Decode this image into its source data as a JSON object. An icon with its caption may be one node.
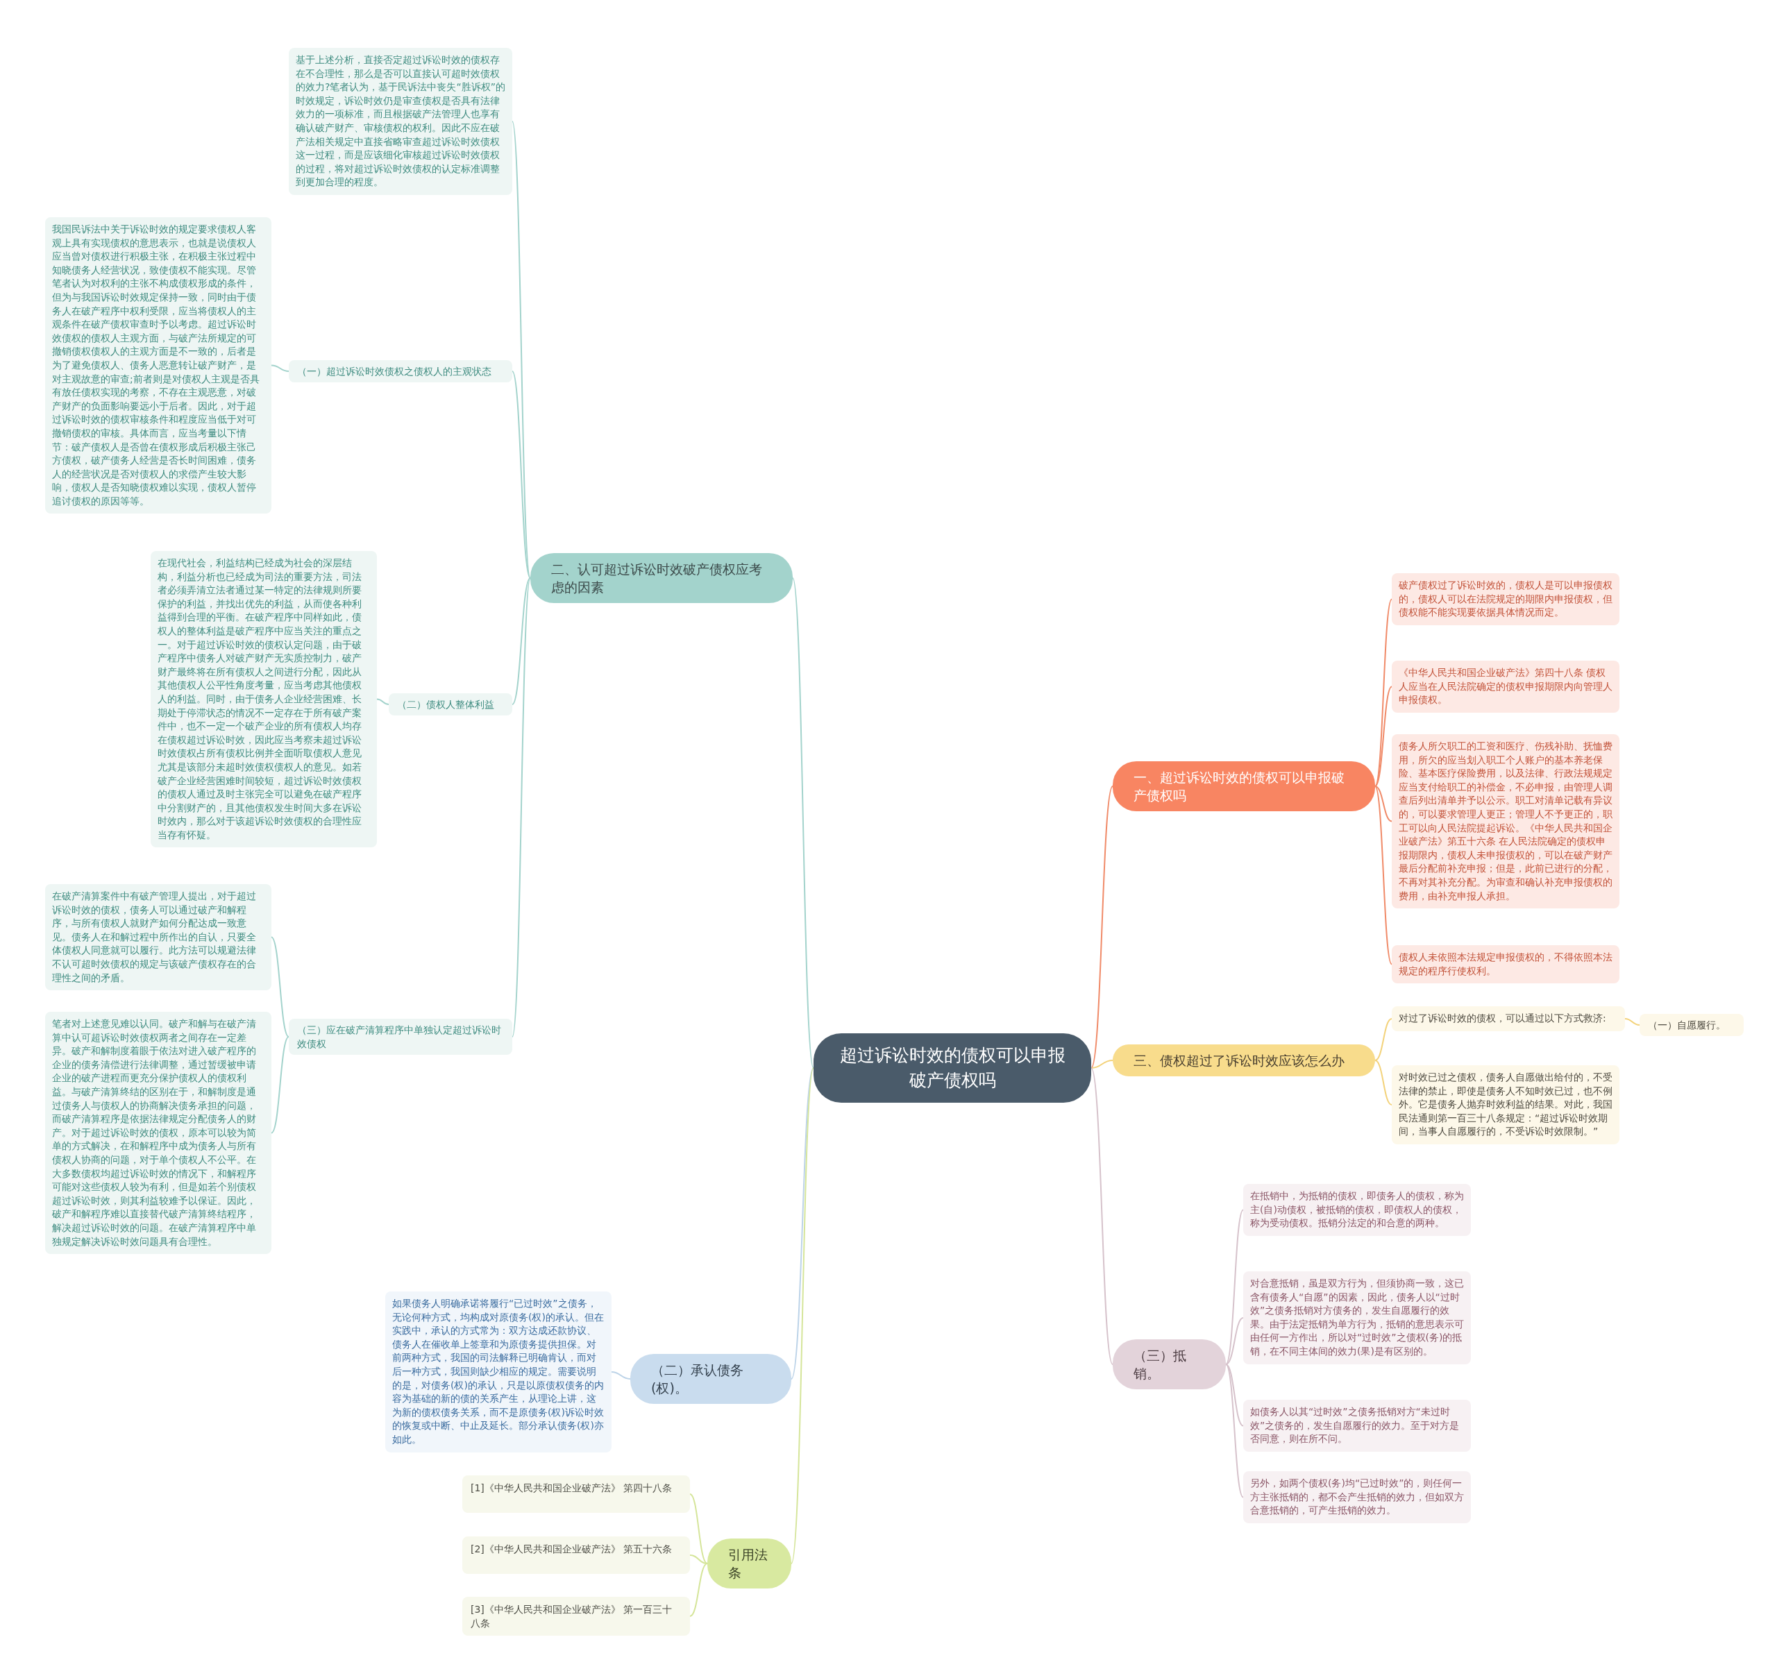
{
  "diagram": {
    "nodes": [
      {
        "text": [
          "超过诉讼时效的债权可以申报破产债权吗"
        ]
      },
      {
        "text": [
          "二、认可超过诉讼时效破产债权应考虑的因素"
        ]
      },
      {
        "text": [
          "基于上述分析，直接否定超过诉讼时效的债权存在不合理性，那么是否可以直接认可超时效债权的效力?笔者认为，基于民诉法中丧失“胜诉权”的时效规定，诉讼时效仍是审查债权是否具有法律效力的一项标准，而且根据破产法管理人也享有确认破产财产、审核债权的权利。因此不应在破产法相关规定中直接省略审查超过诉讼时效债权这一过程，而是应该细化审核超过诉讼时效债权的过程，将对超过诉讼时效债权的认定标准调整到更加合理的程度。"
        ]
      },
      {
        "text": [
          "（一）超过诉讼时效债权之债权人的主观状态"
        ]
      },
      {
        "text": [
          "我国民诉法中关于诉讼时效的规定要求债权人客观上具有实现债权的意思表示，也就是说债权人应当曾对债权进行积极主张，在积极主张过程中知晓债务人经营状况，致使债权不能实现。尽管笔者认为对权利的主张不构成债权形成的条件，但为与我国诉讼时效规定保持一致，同时由于债务人在破产程序中权利受限，应当将债权人的主观条件在破产债权审查时予以考虑。超过诉讼时效债权的债权人主观方面，与破产法所规定的可撤销债权债权人的主观方面是不一致的，后者是为了避免债权人、债务人恶意转让破产财产，是对主观故意的审查;前者则是对债权人主观是否具有放任债权实现的考察，不存在主观恶意，对破产财产的负面影响要远小于后者。因此，对于超过诉讼时效的债权审核条件和程度应当低于对可撤销债权的审核。具体而言，应当考量以下情节：破产债权人是否曾在债权形成后积极主张己方债权，破产债务人经营是否长时间困难，债务人的经营状况是否对债权人的求偿产生较大影响，债权人是否知晓债权难以实现，债权人暂停追讨债权的原因等等。"
        ]
      },
      {
        "text": [
          "（二）债权人整体利益"
        ]
      },
      {
        "text": [
          "在现代社会，利益结构已经成为社会的深层结构，利益分析也已经成为司法的重要方法，司法者必须弄清立法者通过某一特定的法律规则所要保护的利益，并找出优先的利益，从而使各种利益得到合理的平衡。在破产程序中同样如此，债权人的整体利益是破产程序中应当关注的重点之一。对于超过诉讼时效的债权认定问题，由于破产程序中债务人对破产财产无实质控制力，破产财产最终将在所有债权人之间进行分配，因此从其他债权人公平性角度考量，应当考虑其他债权人的利益。同时，由于债务人企业经营困难、长期处于停滞状态的情况不一定存在于所有破产案件中，也不一定一个破产企业的所有债权人均存在债权超过诉讼时效，因此应当考察未超过诉讼时效债权占所有债权比例并全面听取债权人意见尤其是该部分未超时效债权债权人的意见。如若破产企业经营困难时间较短，超过诉讼时效债权的债权人通过及时主张完全可以避免在破产程序中分割财产的，且其他债权发生时间大多在诉讼时效内，那么对于该超诉讼时效债权的合理性应当存有怀疑。"
        ]
      },
      {
        "text": [
          "（三）应在破产清算程序中单独认定超过诉讼时效债权"
        ]
      },
      {
        "text": [
          "在破产清算案件中有破产管理人提出，对于超过诉讼时效的债权，债务人可以通过破产和解程序，与所有债权人就财产如何分配达成一致意见。债务人在和解过程中所作出的自认，只要全体债权人同意就可以履行。此方法可以规避法律不认可超时效债权的规定与该破产债权存在的合理性之间的矛盾。"
        ]
      },
      {
        "text": [
          "笔者对上述意见难以认同。破产和解与在破产清算中认可超诉讼时效债权两者之间存在一定差异。破产和解制度着眼于依法对进入破产程序的企业的债务清偿进行法律调整，通过暂缓被申请企业的破产进程而更充分保护债权人的债权利益。与破产清算终结的区别在于，和解制度是通过债务人与债权人的协商解决债务承担的问题，而破产清算程序是依据法律规定分配债务人的财产。对于超过诉讼时效的债权，原本可以较为简单的方式解决，在和解程序中成为债务人与所有债权人协商的问题，对于单个债权人不公平。在大多数债权均超过诉讼时效的情况下，和解程序可能对这些债权人较为有利，但是如若个别债权超过诉讼时效，则其利益较难予以保证。因此，破产和解程序难以直接替代破产清算终结程序，解决超过诉讼时效的问题。在破产清算程序中单独规定解决诉讼时效问题具有合理性。"
        ]
      },
      {
        "text": [
          "一、超过诉讼时效的债权可以申报破产债权吗"
        ]
      },
      {
        "text": [
          "破产债权过了诉讼时效的，债权人是可以申报债权的，债权人可以在法院规定的期限内申报债权，但债权能不能实现要依据具体情况而定。"
        ]
      },
      {
        "text": [
          "《中华人民共和国企业破产法》第四十八条 债权人应当在人民法院确定的债权申报期限内向管理人申报债权。"
        ]
      },
      {
        "text": [
          "债务人所欠职工的工资和医疗、伤残补助、抚恤费用，所欠的应当划入职工个人账户的基本养老保险、基本医疗保险费用，以及法律、行政法规规定应当支付给职工的补偿金，不必申报，由管理人调查后列出清单并予以公示。职工对清单记载有异议的，可以要求管理人更正；管理人不予更正的，职工可以向人民法院提起诉讼。《中华人民共和国企业破产法》第五十六条 在人民法院确定的债权申报期限内，债权人未申报债权的，可以在破产财产最后分配前补充申报；但是，此前已进行的分配，不再对其补充分配。为审查和确认补充申报债权的费用，由补充申报人承担。"
        ]
      },
      {
        "text": [
          "债权人未依照本法规定申报债权的，不得依照本法规定的程序行使权利。"
        ]
      },
      {
        "text": [
          "三、债权超过了诉讼时效应该怎么办"
        ]
      },
      {
        "text": [
          "对过了诉讼时效的债权，可以通过以下方式救济:"
        ]
      },
      {
        "text": [
          "（一）自愿履行。"
        ]
      },
      {
        "text": [
          "对时效已过之债权，债务人自愿做出给付的，不受法律的禁止，即使是债务人不知时效已过，也不例外。它是债务人抛弃时效利益的结果。对此，我国民法通则第一百三十八条规定：“超过诉讼时效期间，当事人自愿履行的，不受诉讼时效限制。”"
        ]
      },
      {
        "text": [
          "（三）抵销。"
        ]
      },
      {
        "text": [
          "在抵销中，为抵销的债权，即债务人的债权，称为主(自)动债权，被抵销的债权，即债权人的债权，称为受动债权。抵销分法定的和合意的两种。"
        ]
      },
      {
        "text": [
          "对合意抵销，虽是双方行为，但须协商一致，这已含有债务人“自愿”的因素，因此，债务人以“过时效”之债务抵销对方债务的，发生自愿履行的效果。由于法定抵销为单方行为，抵销的意思表示可由任何一方作出，所以对“过时效”之债权(务)的抵销，在不同主体间的效力(果)是有区别的。"
        ]
      },
      {
        "text": [
          "如债务人以其“过时效”之债务抵销对方“未过时效”之债务的，发生自愿履行的效力。至于对方是否同意，则在所不问。"
        ]
      },
      {
        "text": [
          "另外，如两个债权(务)均“已过时效”的，则任何一方主张抵销的，都不会产生抵销的效力，但如双方合意抵销的，可产生抵销的效力。"
        ]
      },
      {
        "text": [
          "（二）承认债务(权)。"
        ]
      },
      {
        "text": [
          "如果债务人明确承诺将履行“已过时效”之债务，无论何种方式，均构成对原债务(权)的承认。但在实践中，承认的方式常为：双方达成还款协议、债务人在催收单上签章和为原债务提供担保。对前两种方式，我国的司法解释已明确肯认，而对后一种方式，我国则缺少相应的规定。需要说明的是，对债务(权)的承认，只是以原债权债务的内容为基础的新的债的关系产生，从理论上讲，这为新的债权债务关系，而不是原债务(权)诉讼时效的恢复或中断、中止及延长。部分承认债务(权)亦如此。"
        ]
      },
      {
        "text": [
          "引用法条"
        ]
      },
      {
        "text": [
          "[1]《中华人民共和国企业破产法》 第四十八条"
        ]
      },
      {
        "text": [
          "[2]《中华人民共和国企业破产法》 第五十六条"
        ]
      },
      {
        "text": [
          "[3]《中华人民共和国企业破产法》 第一百三十八条"
        ]
      }
    ],
    "edges": [
      {
        "from": 0,
        "to": 1,
        "arrow": "none",
        "color": "#a3d3cc"
      },
      {
        "from": 0,
        "to": 10,
        "arrow": "none",
        "color": "#f08a68"
      },
      {
        "from": 0,
        "to": 15,
        "arrow": "none",
        "color": "#f3d27a"
      },
      {
        "from": 0,
        "to": 19,
        "arrow": "none",
        "color": "#d6c2cb"
      },
      {
        "from": 0,
        "to": 24,
        "arrow": "none",
        "color": "#bcd3e8"
      },
      {
        "from": 0,
        "to": 26,
        "arrow": "none",
        "color": "#d5e59a"
      },
      {
        "from": 1,
        "to": 2,
        "arrow": "none",
        "color": "#a3d3cc"
      },
      {
        "from": 1,
        "to": 3,
        "arrow": "none",
        "color": "#a3d3cc"
      },
      {
        "from": 1,
        "to": 5,
        "arrow": "none",
        "color": "#a3d3cc"
      },
      {
        "from": 1,
        "to": 7,
        "arrow": "none",
        "color": "#a3d3cc"
      },
      {
        "from": 3,
        "to": 4,
        "arrow": "none",
        "color": "#a3d3cc"
      },
      {
        "from": 5,
        "to": 6,
        "arrow": "none",
        "color": "#a3d3cc"
      },
      {
        "from": 7,
        "to": 8,
        "arrow": "none",
        "color": "#a3d3cc"
      },
      {
        "from": 7,
        "to": 9,
        "arrow": "none",
        "color": "#a3d3cc"
      },
      {
        "from": 10,
        "to": 11,
        "arrow": "none",
        "color": "#f08a68"
      },
      {
        "from": 10,
        "to": 12,
        "arrow": "none",
        "color": "#f08a68"
      },
      {
        "from": 10,
        "to": 13,
        "arrow": "none",
        "color": "#f08a68"
      },
      {
        "from": 10,
        "to": 14,
        "arrow": "none",
        "color": "#f08a68"
      },
      {
        "from": 15,
        "to": 16,
        "arrow": "none",
        "color": "#f3d27a"
      },
      {
        "from": 15,
        "to": 18,
        "arrow": "none",
        "color": "#f3d27a"
      },
      {
        "from": 16,
        "to": 17,
        "arrow": "none",
        "color": "#f3d27a"
      },
      {
        "from": 19,
        "to": 20,
        "arrow": "none",
        "color": "#d6c2cb"
      },
      {
        "from": 19,
        "to": 21,
        "arrow": "none",
        "color": "#d6c2cb"
      },
      {
        "from": 19,
        "to": 22,
        "arrow": "none",
        "color": "#d6c2cb"
      },
      {
        "from": 19,
        "to": 23,
        "arrow": "none",
        "color": "#d6c2cb"
      },
      {
        "from": 24,
        "to": 25,
        "arrow": "none",
        "color": "#bcd3e8"
      },
      {
        "from": 26,
        "to": 27,
        "arrow": "none",
        "color": "#d5e59a"
      },
      {
        "from": 26,
        "to": 28,
        "arrow": "none",
        "color": "#d5e59a"
      },
      {
        "from": 26,
        "to": 29,
        "arrow": "none",
        "color": "#d5e59a"
      }
    ]
  }
}
